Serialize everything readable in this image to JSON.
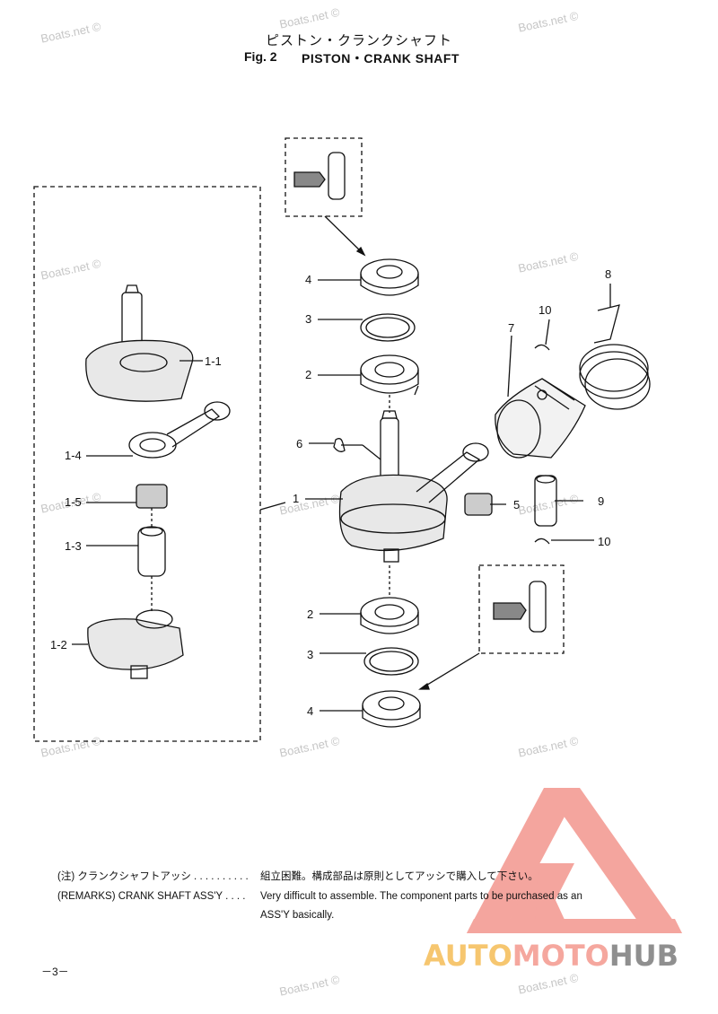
{
  "header": {
    "title_jp": "ピストン・クランクシャフト",
    "fig_label": "Fig. 2",
    "fig_title": "PISTON・CRANK SHAFT"
  },
  "watermark": {
    "text": "Boats.net ©"
  },
  "callouts": {
    "c1_1": "1-1",
    "c1_4": "1-4",
    "c1_5": "1-5",
    "c1_3": "1-3",
    "c1_2": "1-2",
    "c1": "1",
    "c2_top": "2",
    "c3_top": "3",
    "c4_top": "4",
    "c5": "5",
    "c6": "6",
    "c7": "7",
    "c8": "8",
    "c9": "9",
    "c10_top": "10",
    "c10_bottom": "10",
    "c2_bottom": "2",
    "c3_bottom": "3",
    "c4_bottom": "4"
  },
  "notes": {
    "jp_label": "(注) クランクシャフトアッシ . . . . . . . . . .",
    "jp_text": "組立困難。構成部品は原則としてアッシで購入して下さい。",
    "remarks_label": "(REMARKS) CRANK SHAFT ASS'Y . . . .",
    "remarks_text_1": "Very difficult to assemble. The component parts to be purchased as an",
    "remarks_text_2": "ASS'Y basically."
  },
  "page_number": "－3－",
  "brand": {
    "part1": "AUTO",
    "part2": "MOTO",
    "part3": "HUB",
    "color1": "#f6c66f",
    "color2": "#f5a79e",
    "color3": "#8f8f8f"
  }
}
